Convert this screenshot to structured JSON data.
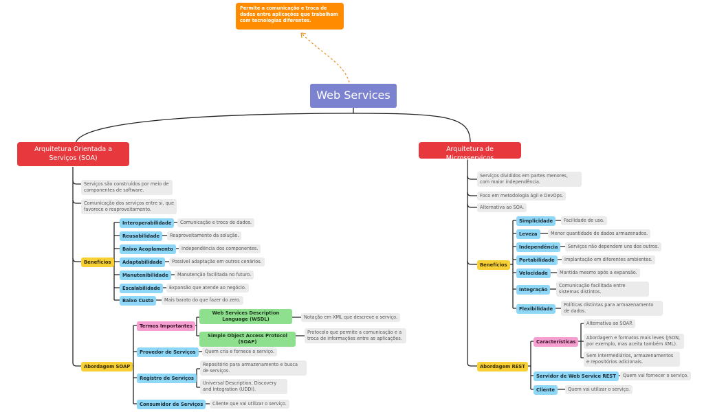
{
  "center": {
    "title": "Web Services"
  },
  "note": {
    "text": "Permite a comunicação e troca de dados entre aplicações que trabalham com tecnologias diferentes."
  },
  "soa": {
    "title": "Arquitetura Orientada a Serviços (SOA)",
    "desc": [
      "Serviços são construídos por meio de componentes de software.",
      "Comunicação dos serviços entre si, que favorece o reaproveitamento."
    ],
    "benefits_label": "Benefícios",
    "benefits": [
      {
        "name": "Interoperabilidade",
        "desc": "Comunicação e troca de dados."
      },
      {
        "name": "Reusabilidade",
        "desc": "Reaproveitamento da solução."
      },
      {
        "name": "Baixo Acoplamento",
        "desc": "Independência dos componentes."
      },
      {
        "name": "Adaptabilidade",
        "desc": "Possível adaptação em outros cenários."
      },
      {
        "name": "Manutenibilidade",
        "desc": "Manutenção facilitada no futuro."
      },
      {
        "name": "Escalabilidade",
        "desc": "Expansão que atende ao negócio."
      },
      {
        "name": "Baixo Custo",
        "desc": "Mais barato do que fazer do zero."
      }
    ],
    "approach_label": "Abordagem SOAP",
    "terms_label": "Termos Importantes",
    "terms": [
      {
        "name": "Web Services Description Language (WSDL)",
        "desc": "Notação em XML que descreve o serviço."
      },
      {
        "name": "Simple Object Access Protocol (SOAP)",
        "desc": "Protocolo que permite a comunicação e a troca de informações entre as aplicações."
      }
    ],
    "provider": {
      "name": "Provedor de Serviços",
      "desc": "Quem cria e fornece o serviço."
    },
    "registry": {
      "name": "Registro de Serviços",
      "items": [
        "Repositório para armazenamento e busca de serviços.",
        "Universal Description, Discovery and Integration (UDDI)."
      ]
    },
    "consumer": {
      "name": "Consumidor de Serviços",
      "desc": "Cliente que vai utilizar o serviço."
    }
  },
  "micro": {
    "title": "Arquitetura de Microsserviços",
    "desc": [
      "Serviços divididos em partes menores, com maior independência.",
      "Foco em metodologia ágil e DevOps.",
      "Alternativa ao SOA."
    ],
    "benefits_label": "Benefícios",
    "benefits": [
      {
        "name": "Simplicidade",
        "desc": "Facilidade de uso."
      },
      {
        "name": "Leveza",
        "desc": "Menor quantidade de dados armazenados."
      },
      {
        "name": "Independência",
        "desc": "Serviços não dependem uns dos outros."
      },
      {
        "name": "Portabilidade",
        "desc": "Implantação em diferentes ambientes."
      },
      {
        "name": "Velocidade",
        "desc": "Mantida mesmo após a expansão."
      },
      {
        "name": "Integração",
        "desc": "Comunicação facilitada entre sistemas distintos."
      },
      {
        "name": "Flexibilidade",
        "desc": "Políticas distintas para armazenamento de dados."
      }
    ],
    "approach_label": "Abordagem REST",
    "features_label": "Características",
    "features": [
      "Alternativa ao SOAP.",
      "Abordagem e formatos mais leves (JSON, por exemplo, mas aceita também XML).",
      "Sem intermediários, armazenamentos e repositórios adicionais."
    ],
    "server": {
      "name": "Servidor de Web Service REST",
      "desc": "Quem vai fornecer o serviço."
    },
    "client": {
      "name": "Cliente",
      "desc": "Quem vai utilizar o serviço."
    }
  },
  "colors": {
    "central": "#7b83d0",
    "main_topic": "#e7393d",
    "note": "#ff8c00",
    "benefit_item": "#8ed7f6",
    "group_label": "#f7d035",
    "subgroup_label": "#f59ecf",
    "term": "#8ee08e",
    "description": "#ebebeb"
  }
}
